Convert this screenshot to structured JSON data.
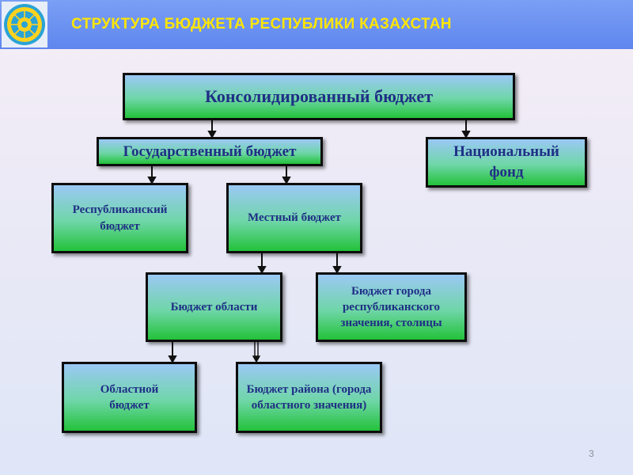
{
  "header": {
    "title": "СТРУКТУРА БЮДЖЕТА РЕСПУБЛИКИ КАЗАХСТАН",
    "logo": "kazakhstan-emblem-icon"
  },
  "nodes": {
    "consolidated": "Консолидированный бюджет",
    "state": "Государственный бюджет",
    "national_fund": "Национальный фонд",
    "republican": "Республиканский бюджет",
    "local": "Местный бюджет",
    "oblast": "Бюджет области",
    "city": "Бюджет города республиканского значения, столицы",
    "oblast_level": "Областной бюджет",
    "district": "Бюджет района (города областного значения)"
  },
  "page_number": "3",
  "colors": {
    "header": "#5f86ee",
    "title": "#ffe600",
    "box_text": "#1f2f86",
    "box_green": "#23c23a",
    "box_blue": "#9bc8f5"
  }
}
